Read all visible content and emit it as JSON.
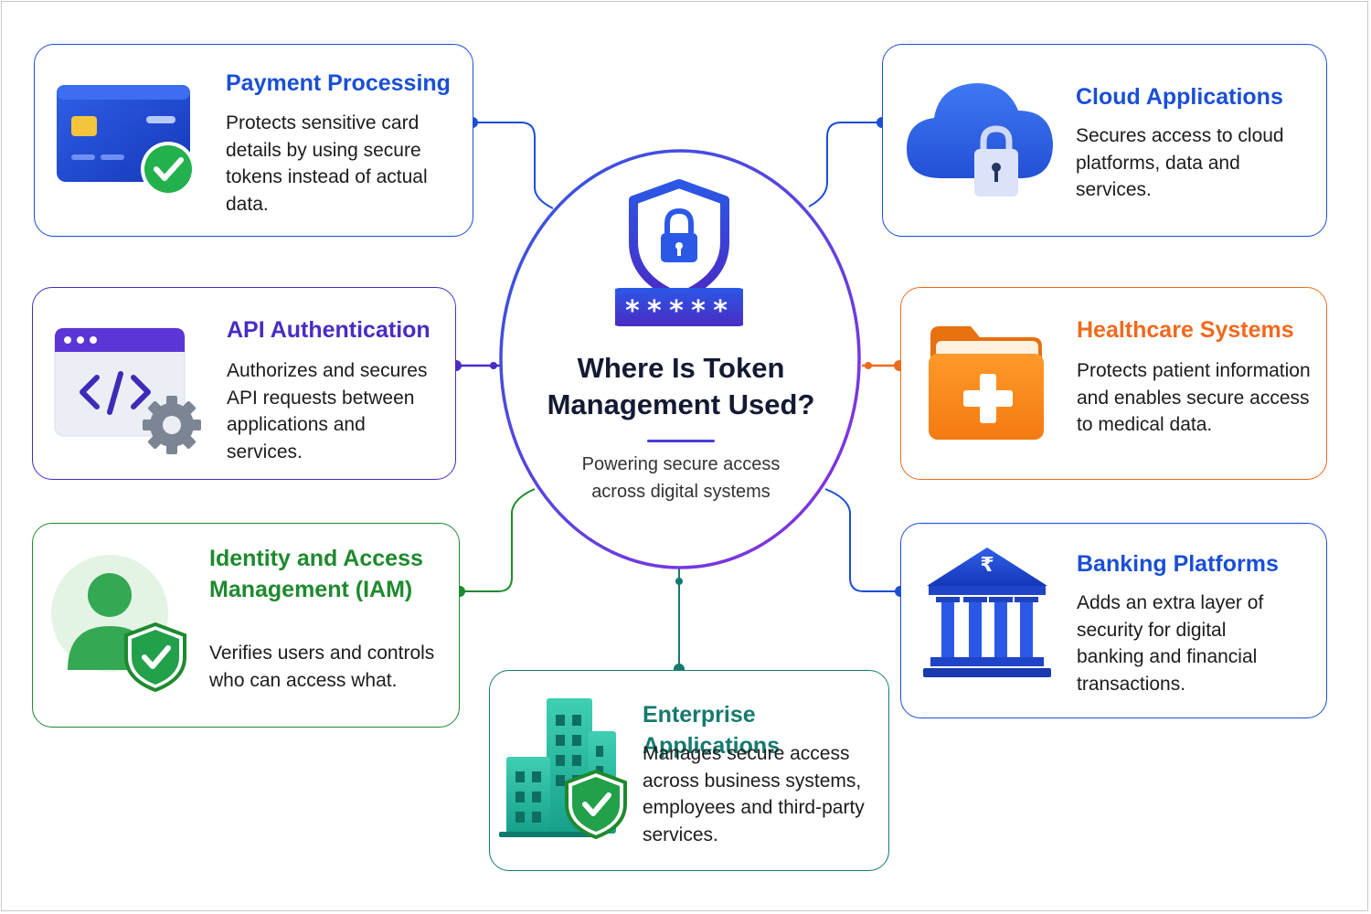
{
  "center": {
    "title": "Where Is Token Management Used?",
    "subtitle": "Powering secure access across digital systems",
    "password_mask": "*****"
  },
  "cards": [
    {
      "id": "payment",
      "title": "Payment Processing",
      "description": "Protects sensitive card details by using secure tokens instead of actual data.",
      "color": "#1a4fd6",
      "icon": "credit-card-check-icon"
    },
    {
      "id": "cloud",
      "title": "Cloud Applications",
      "description": "Secures access to cloud platforms, data and services.",
      "color": "#1a4fd6",
      "icon": "cloud-lock-icon"
    },
    {
      "id": "api",
      "title": "API Authentication",
      "description": "Authorizes and secures API requests between applications and services.",
      "color": "#4a2bc4",
      "icon": "code-window-gear-icon"
    },
    {
      "id": "healthcare",
      "title": "Healthcare Systems",
      "description": "Protects patient information and enables secure access to medical data.",
      "color": "#f06a1e",
      "icon": "medical-folder-icon"
    },
    {
      "id": "iam",
      "title": "Identity and Access Management (IAM)",
      "description": "Verifies users and controls who can access what.",
      "color": "#1e8a2e",
      "icon": "user-shield-icon"
    },
    {
      "id": "banking",
      "title": "Banking Platforms",
      "description": "Adds an extra layer of security for digital banking and financial transactions.",
      "color": "#1a4fd6",
      "icon": "bank-rupee-icon",
      "currency_symbol": "₹"
    },
    {
      "id": "enterprise",
      "title": "Enterprise Applications",
      "description": "Manages secure access across business systems, employees and third-party services.",
      "color": "#157a6e",
      "icon": "office-building-shield-icon"
    }
  ]
}
